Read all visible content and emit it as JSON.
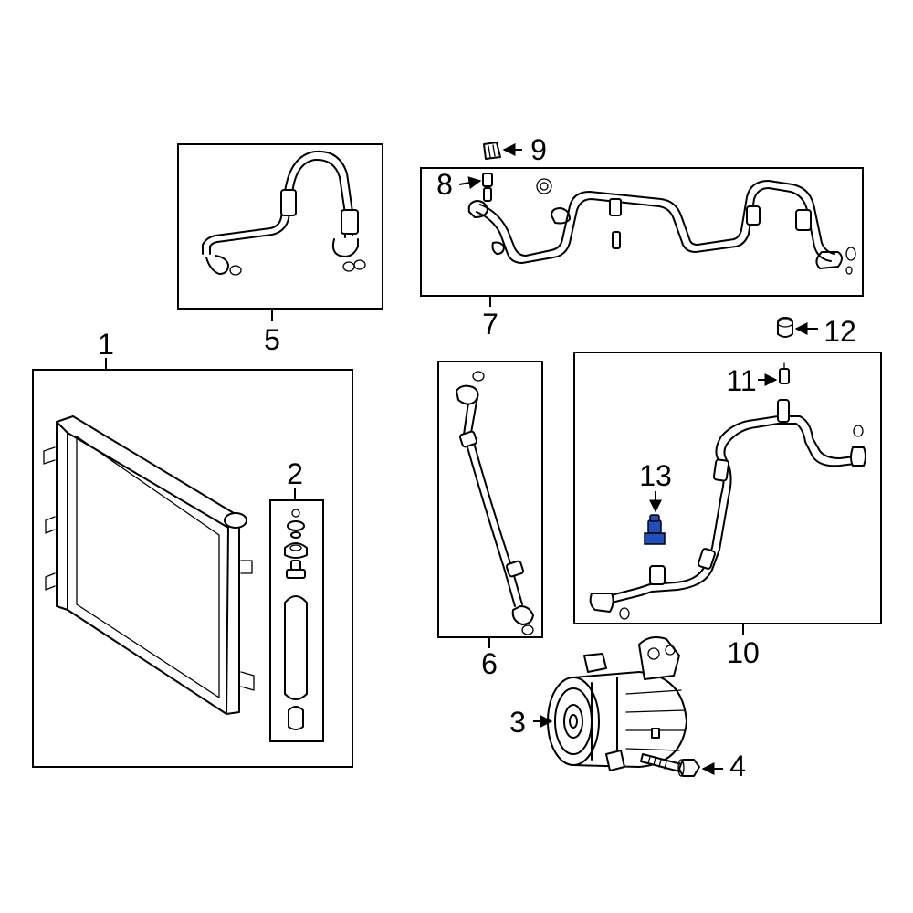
{
  "diagram": {
    "callouts": {
      "c1": "1",
      "c2": "2",
      "c3": "3",
      "c4": "4",
      "c5": "5",
      "c6": "6",
      "c7": "7",
      "c8": "8",
      "c9": "9",
      "c10": "10",
      "c11": "11",
      "c12": "12",
      "c13": "13"
    },
    "highlight_color": "#1f4fbf",
    "line_color": "#000000"
  }
}
